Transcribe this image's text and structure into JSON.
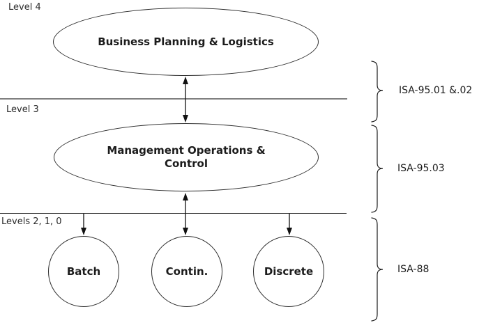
{
  "diagram": {
    "level_labels": {
      "level4": "Level 4",
      "level3": "Level 3",
      "levels210": "Levels 2, 1, 0"
    },
    "nodes": {
      "business_planning": {
        "label": "Business Planning & Logistics"
      },
      "management_operations": {
        "lines": [
          "Management Operations &",
          "Control"
        ]
      },
      "batch": {
        "label": "Batch"
      },
      "contin": {
        "label": "Contin."
      },
      "discrete": {
        "label": "Discrete"
      }
    },
    "standards": {
      "isa95_01_02": "ISA-95.01 &.02",
      "isa95_03": "ISA-95.03",
      "isa88": "ISA-88"
    },
    "colors": {
      "background": "#ffffff",
      "node_stroke": "#2b2b2b",
      "text": "#1c1c1c",
      "divider_top_gray": "#808080",
      "divider_bottom_black": "#2b2b2b",
      "arrow": "#111111"
    }
  }
}
